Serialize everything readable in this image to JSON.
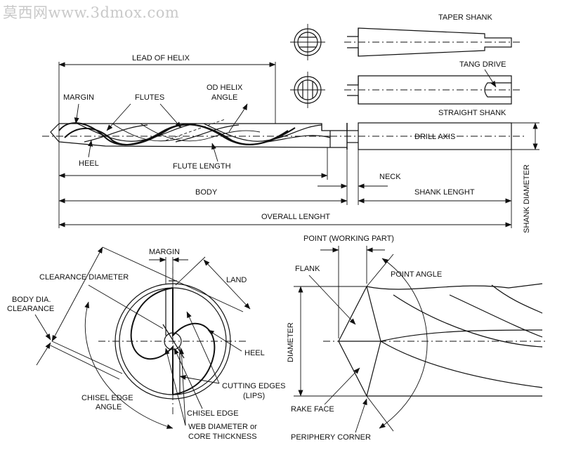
{
  "watermark": "莫西网www.3dmox.com",
  "labels": {
    "taper_shank": "TAPER SHANK",
    "tang_drive": "TANG DRIVE",
    "straight_shank": "STRAIGHT SHANK",
    "lead_of_helix": "LEAD OF HELIX",
    "margin_top": "MARGIN",
    "flutes": "FLUTES",
    "od_helix_angle_1": "OD HELIX",
    "od_helix_angle_2": "ANGLE",
    "drill_axis": "DRILL AXIS",
    "heel_top": "HEEL",
    "flute_length": "FLUTE LENGTH",
    "neck": "NECK",
    "body": "BODY",
    "shank_length": "SHANK LENGHT",
    "overall_length": "OVERALL LENGHT",
    "shank_diameter": "SHANK DIAMETER",
    "margin_cs": "MARGIN",
    "clearance_diameter": "CLEARANCE DIAMETER",
    "land": "LAND",
    "body_dia_clearance_1": "BODY DIA.",
    "body_dia_clearance_2": "CLEARANCE",
    "heel_cs": "HEEL",
    "cutting_edges": "CUTTING EDGES",
    "lips": "(LIPS)",
    "chisel_edge_angle_1": "CHISEL EDGE",
    "chisel_edge_angle_2": "ANGLE",
    "chisel_edge": "CHISEL EDGE",
    "web_diameter_1": "WEB DIAMETER or",
    "web_diameter_2": "CORE THICKNESS",
    "point_working_part": "POINT (WORKING PART)",
    "flank": "FLANK",
    "point_angle": "POINT ANGLE",
    "diameter": "DIAMETER",
    "rake_face": "RAKE FACE",
    "periphery_corner": "PERIPHERY CORNER"
  }
}
